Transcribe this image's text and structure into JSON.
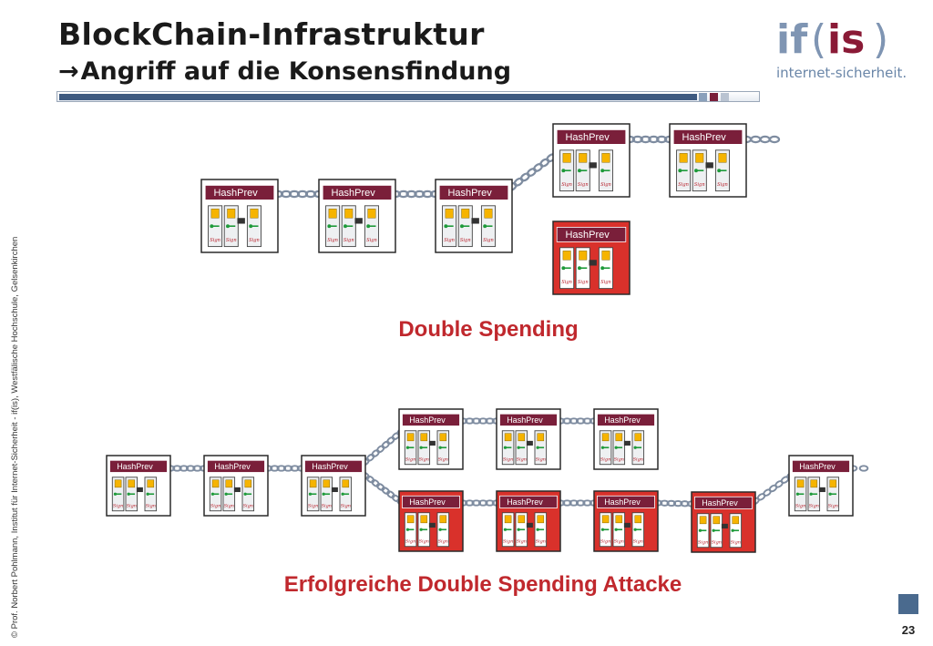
{
  "header": {
    "title": "BlockChain-Infrastruktur",
    "subtitle_arrow": "→",
    "subtitle": "Angriff auf die Konsensfindung"
  },
  "logo": {
    "mark": "if(is)",
    "text": "internet-sicherheit."
  },
  "sidebar_copyright": "© Prof. Norbert Pohlmann, Institut für Internet-Sicherheit - if(is), Westfälische Hochschule, Gelsenkirchen",
  "block": {
    "header_label": "HashPrev",
    "sign_label": "Sign"
  },
  "diagram1": {
    "caption": "Double Spending"
  },
  "diagram2": {
    "caption": "Erfolgreiche Double Spending Attacke"
  },
  "colors": {
    "accent_red": "#c0282d",
    "block_header": "#7a1f3a",
    "attacker_block": "#d9312b",
    "chain": "#7e8ca0",
    "title_bar": "#3e5a80"
  },
  "page_number": "23"
}
